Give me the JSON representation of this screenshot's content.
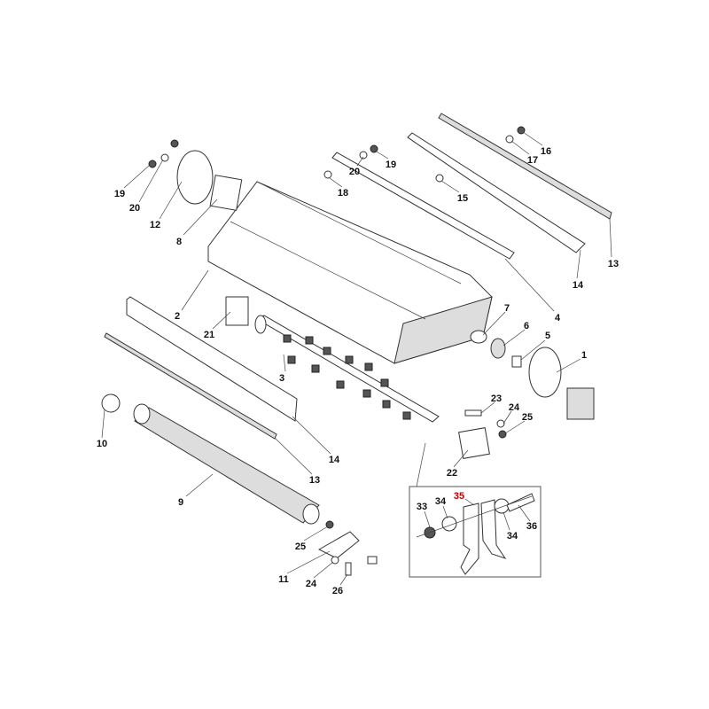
{
  "diagram": {
    "type": "exploded-parts-view",
    "callouts": [
      {
        "label": "1"
      },
      {
        "label": "2"
      },
      {
        "label": "3"
      },
      {
        "label": "4"
      },
      {
        "label": "5"
      },
      {
        "label": "6"
      },
      {
        "label": "7"
      },
      {
        "label": "8"
      },
      {
        "label": "9"
      },
      {
        "label": "10"
      },
      {
        "label": "11"
      },
      {
        "label": "12"
      },
      {
        "label": "13"
      },
      {
        "label": "13"
      },
      {
        "label": "14"
      },
      {
        "label": "14"
      },
      {
        "label": "15"
      },
      {
        "label": "16"
      },
      {
        "label": "17"
      },
      {
        "label": "18"
      },
      {
        "label": "19"
      },
      {
        "label": "19"
      },
      {
        "label": "20"
      },
      {
        "label": "20"
      },
      {
        "label": "21"
      },
      {
        "label": "22"
      },
      {
        "label": "23"
      },
      {
        "label": "24"
      },
      {
        "label": "24"
      },
      {
        "label": "25"
      },
      {
        "label": "25"
      },
      {
        "label": "26"
      }
    ],
    "inset_callouts": [
      {
        "label": "33"
      },
      {
        "label": "34"
      },
      {
        "label": "35"
      },
      {
        "label": "34"
      },
      {
        "label": "36"
      }
    ],
    "highlight_color": "#c00000"
  }
}
